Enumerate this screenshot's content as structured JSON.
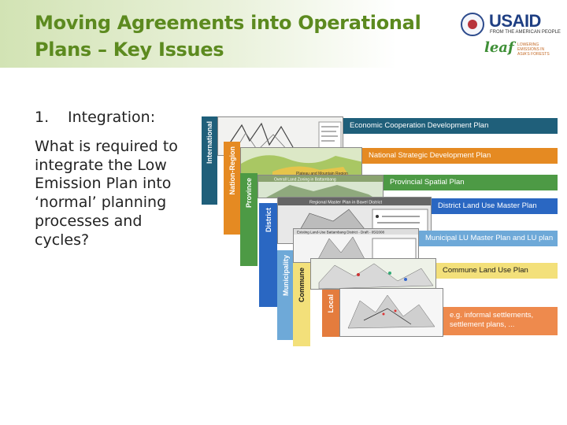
{
  "header": {
    "title_line1": "Moving Agreements into Operational",
    "title_line2": "Plans – Key Issues"
  },
  "logos": {
    "usaid": "USAID",
    "usaid_tagline": "FROM THE AMERICAN PEOPLE",
    "leaf": "leaf",
    "leaf_tagline": "LOWERING EMISSIONS IN ASIA'S FORESTS"
  },
  "content": {
    "item_number": "1.",
    "item_label": "Integration:",
    "question_lines": [
      "What is required to",
      "integrate the Low",
      "Emission Plan into",
      "‘normal’ planning",
      "processes and",
      "cycles?"
    ]
  },
  "diagram": {
    "levels": [
      {
        "label": "International",
        "plan": "Economic Cooperation Development Plan",
        "tab_color": "#1f5f7a",
        "banner_color": "#1f5f7a"
      },
      {
        "label": "Nation-Region",
        "plan": "National Strategic Development Plan",
        "tab_color": "#e58a22",
        "banner_color": "#e58a22"
      },
      {
        "label": "Province",
        "plan": "Provincial Spatial Plan",
        "tab_color": "#4d9a45",
        "banner_color": "#4d9a45"
      },
      {
        "label": "District",
        "plan": "District Land Use Master Plan",
        "tab_color": "#2a67c2",
        "banner_color": "#2a67c2"
      },
      {
        "label": "Municipality",
        "plan": "Municipal LU Master Plan and LU plan",
        "tab_color": "#6ea9d8",
        "banner_color": "#6ea9d8"
      },
      {
        "label": "Commune",
        "plan": "Commune Land Use Plan",
        "tab_color": "#f3e07a",
        "banner_color": "#f3e07a"
      },
      {
        "label": "Local",
        "plan": "e.g. informal settlements, settlement plans, ...",
        "tab_color": "#e47c3d",
        "banner_color": "#ee8a4d"
      }
    ],
    "map_captions": {
      "m2": "Plateau and Mountain Region",
      "m3": "Overall Land Zoning in Battambang",
      "m4": "Regional Master Plan in Bavel District",
      "m5": "Existing Land-Use Battambang District - Draft - 05/2008"
    }
  }
}
